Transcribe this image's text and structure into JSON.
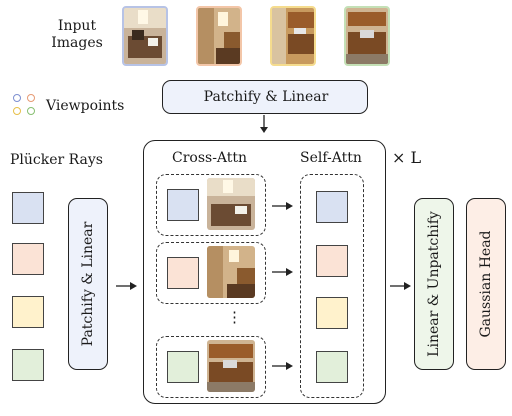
{
  "input_images_label": "Input\nImages",
  "viewpoints_label": "Viewpoints",
  "pluecker_label": "Plücker Rays",
  "patchify_top_label": "Patchify & Linear",
  "patchify_left_label": "Patchify & Linear",
  "cross_attn_label": "Cross-Attn",
  "self_attn_label": "Self-Attn",
  "times_l_label": "× L",
  "ellipsis": "⋮",
  "linear_unpatchify_label": "Linear & Unpatchify",
  "gaussian_head_label": "Gaussian Head",
  "colors": {
    "blue": "#d9e1f2",
    "orange": "#fbe3d6",
    "yellow": "#fff2cc",
    "green": "#e2efda",
    "blue_border": "#8ea3d6",
    "orange_border": "#f0b48a",
    "yellow_border": "#f2cf6b",
    "green_border": "#9cc98a"
  }
}
